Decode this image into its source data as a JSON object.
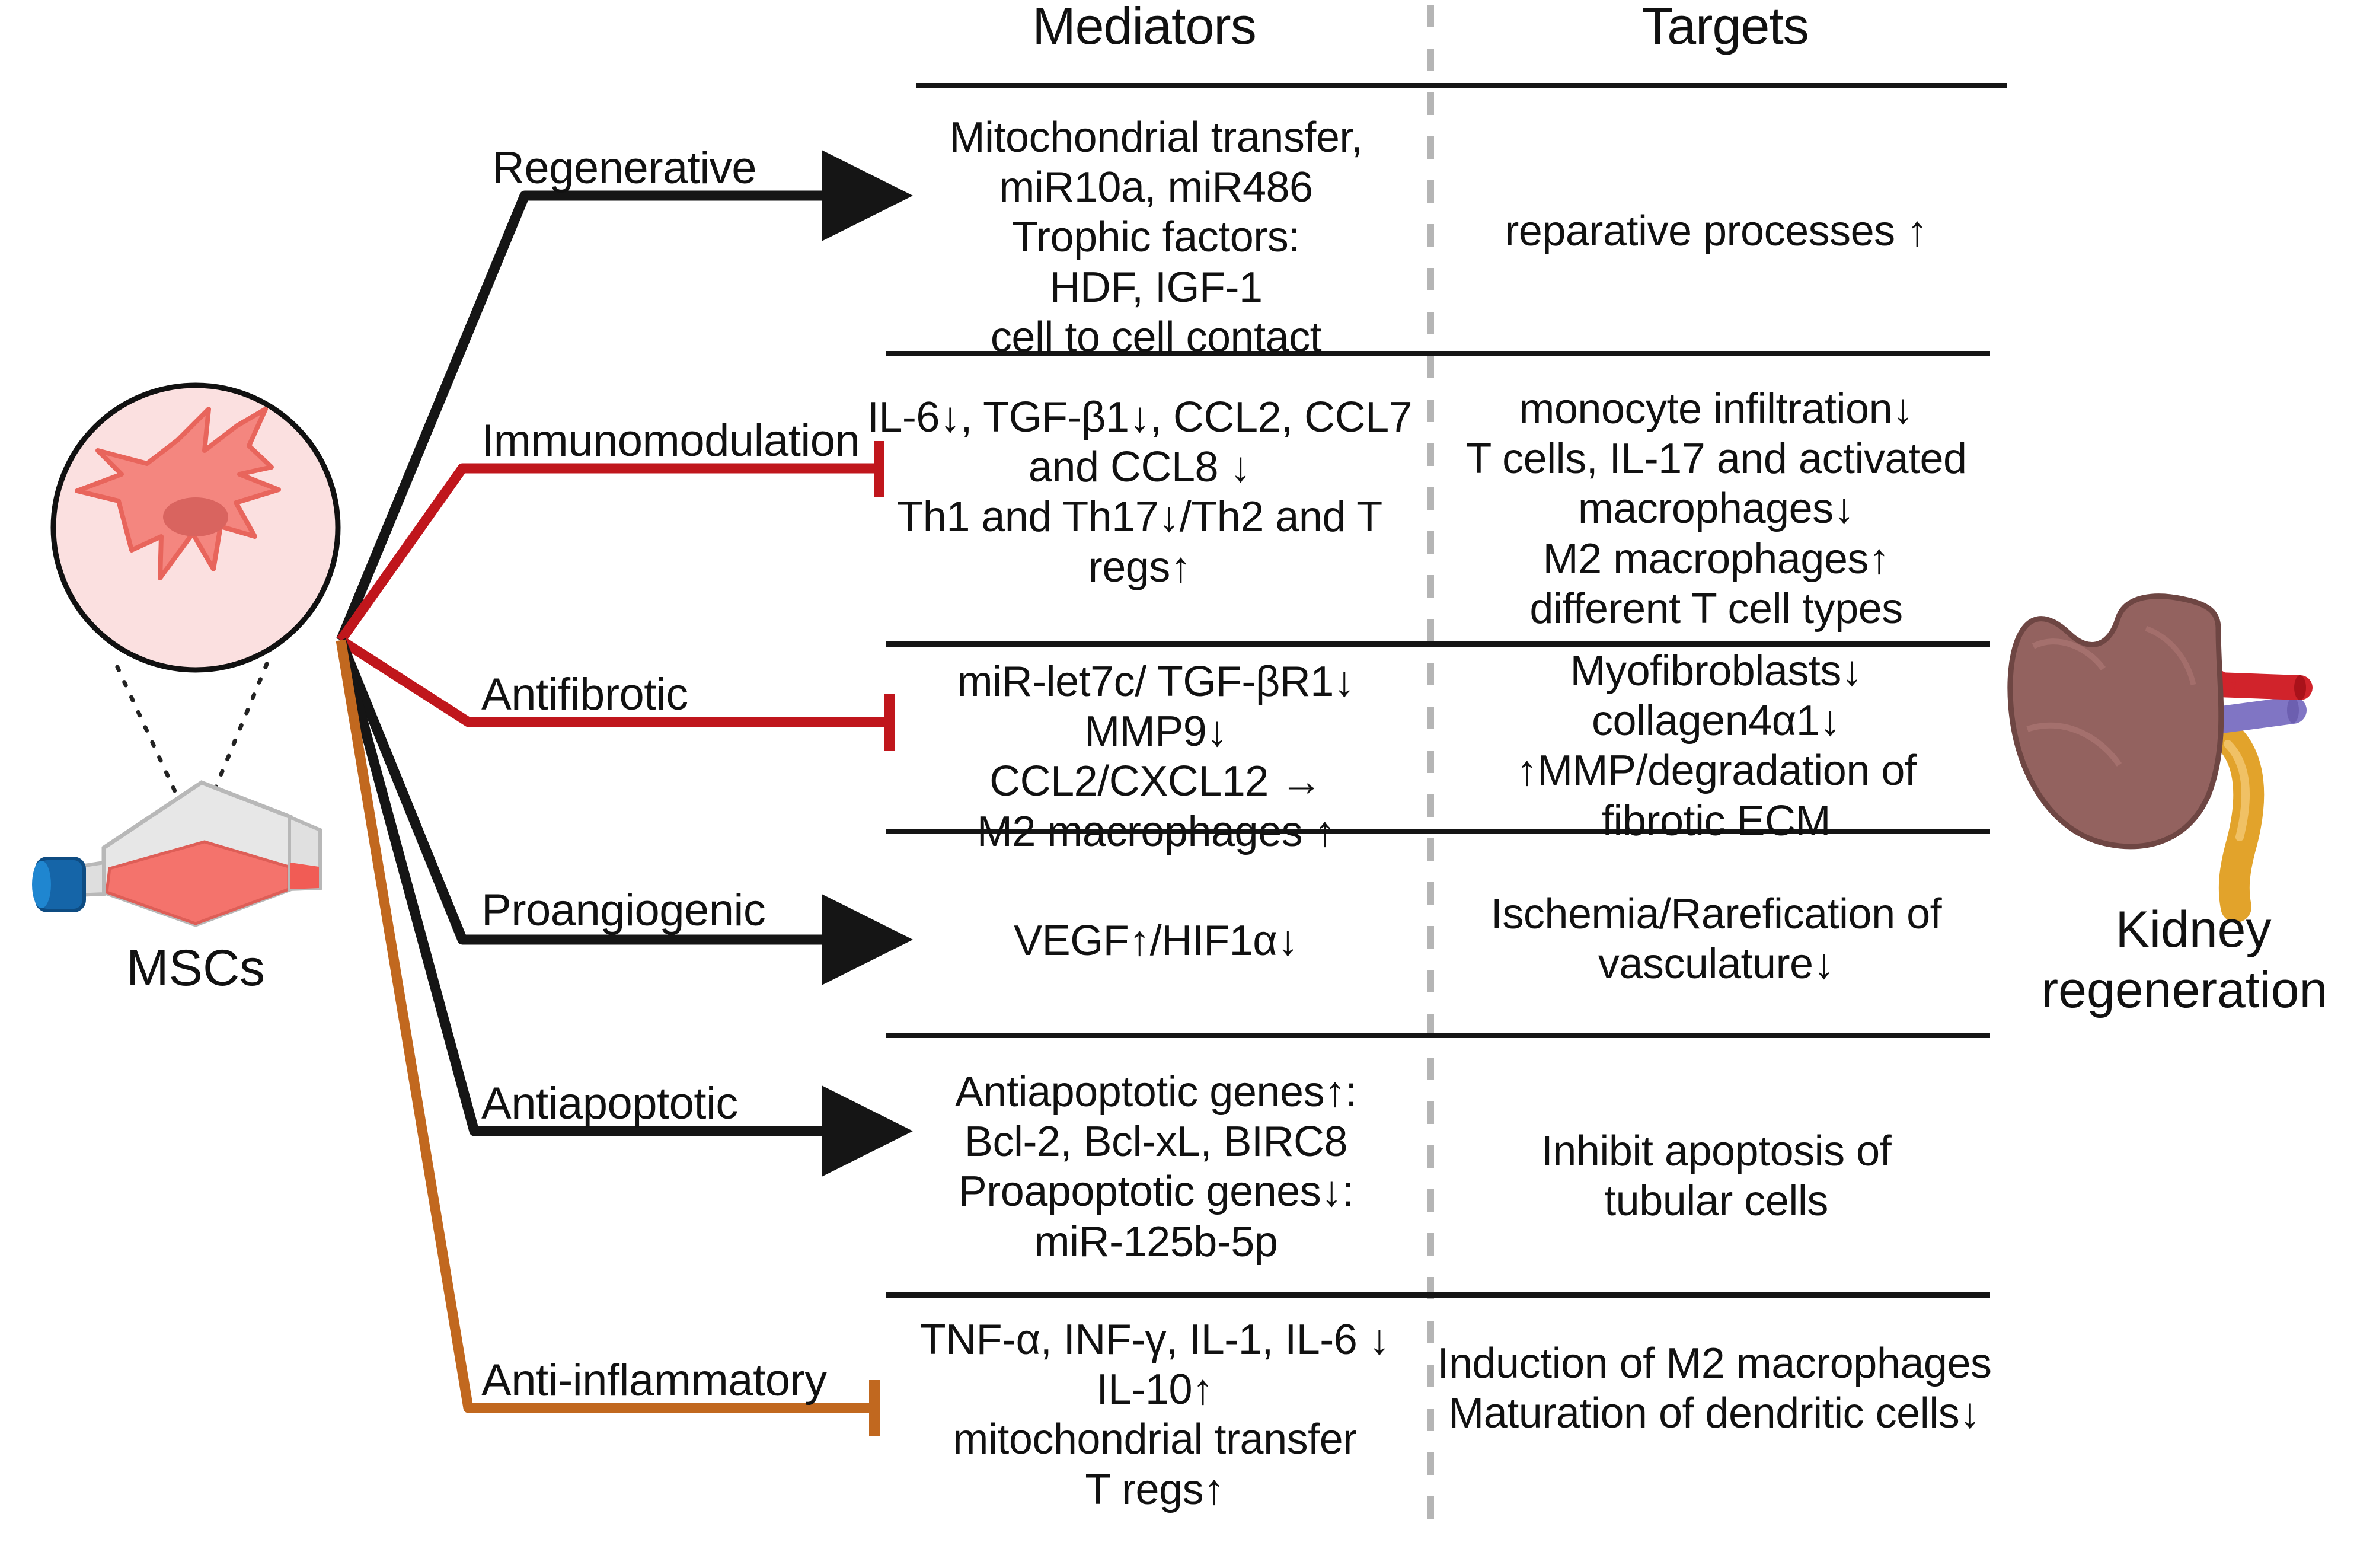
{
  "columns": {
    "mediators_header": "Mediators",
    "targets_header": "Targets"
  },
  "source": {
    "label": "MSCs",
    "cell_icon": "mesenchymal-stem-cell-icon",
    "flask_icon": "culture-flask-icon"
  },
  "outcome": {
    "label_line1": "Kidney",
    "label_line2": "regeneration",
    "kidney_icon": "kidney-icon"
  },
  "colors": {
    "black": "#151515",
    "red": "#C0161C",
    "brown": "#C1681F",
    "divider_gray": "#b5b5b5",
    "cell_pink": "#FBE0E0",
    "cell_body": "#F4867F",
    "nucleus": "#D9645F",
    "flask_cap": "#1565A8",
    "flask_media": "#F4736C",
    "kidney_body": "#93625F",
    "artery_red": "#D1232B",
    "vein_purple": "#8075C4",
    "ureter_yellow": "#E2A32B"
  },
  "rows": [
    {
      "id": "regenerative",
      "label": "Regenerative",
      "connector": "arrow",
      "connector_color": "#151515",
      "mediators": "Mitochondrial transfer,\nmiR10a, miR486\nTrophic factors:\nHDF, IGF-1\ncell to cell contact",
      "targets": "reparative processes ↑"
    },
    {
      "id": "immunomodulation",
      "label": "Immunomodulation",
      "connector": "inhibit",
      "connector_color": "#C0161C",
      "mediators": "IL-6↓, TGF-β1↓, CCL2, CCL7\nand CCL8 ↓\nTh1 and Th17↓/Th2 and T\nregs↑",
      "targets": "monocyte infiltration↓\nT cells, IL-17 and activated\nmacrophages↓\nM2 macrophages↑\ndifferent T cell types"
    },
    {
      "id": "antifibrotic",
      "label": "Antifibrotic",
      "connector": "inhibit",
      "connector_color": "#C0161C",
      "mediators": "miR-let7c/ TGF-βR1↓\nMMP9↓\nCCL2/CXCL12 →\nM2 macrophages ↑",
      "targets": "Myofibroblasts↓\ncollagen4α1↓\n↑MMP/degradation of\nfibrotic ECM"
    },
    {
      "id": "proangiogenic",
      "label": "Proangiogenic",
      "connector": "arrow",
      "connector_color": "#151515",
      "mediators": "VEGF↑/HIF1α↓",
      "targets": "Ischemia/Rarefication of\nvasculature↓"
    },
    {
      "id": "antiapoptotic",
      "label": "Antiapoptotic",
      "connector": "arrow",
      "connector_color": "#151515",
      "mediators": "Antiapoptotic genes↑:\nBcl-2, Bcl-xL, BIRC8\nProapoptotic genes↓:\nmiR-125b-5p",
      "targets": "Inhibit  apoptosis of\ntubular cells"
    },
    {
      "id": "anti-inflammatory",
      "label": "Anti-inflammatory",
      "connector": "inhibit",
      "connector_color": "#C1681F",
      "mediators": "TNF-α, INF-γ, IL-1, IL-6 ↓\nIL-10↑\nmitochondrial transfer\nT regs↑",
      "targets": "Induction of M2 macrophages\nMaturation of dendritic cells↓"
    }
  ]
}
